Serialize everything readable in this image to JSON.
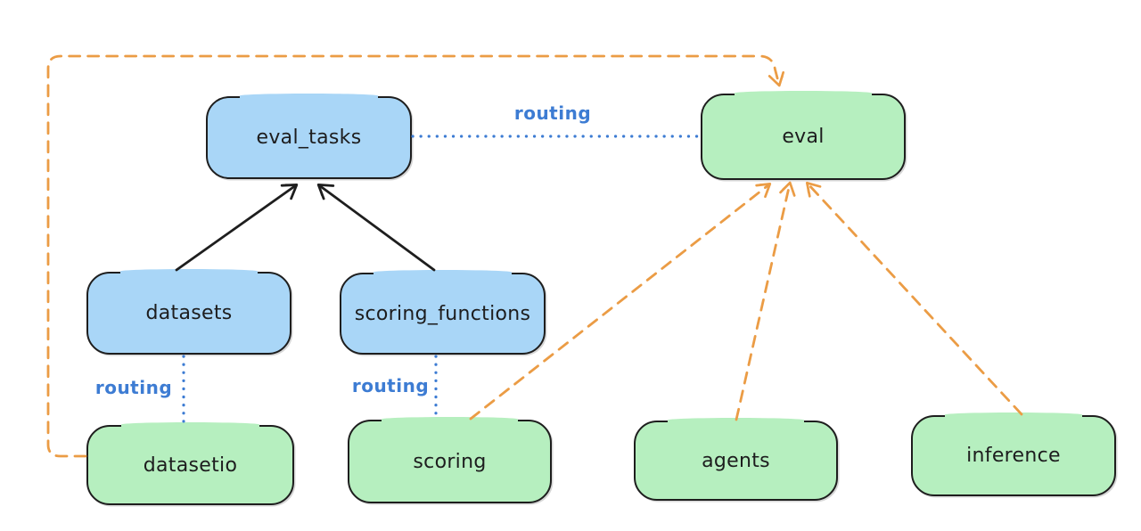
{
  "diagram": {
    "nodes": {
      "eval_tasks": {
        "label": "eval_tasks",
        "fill": "blue"
      },
      "eval": {
        "label": "eval",
        "fill": "green"
      },
      "datasets": {
        "label": "datasets",
        "fill": "blue"
      },
      "scoring_functions": {
        "label": "scoring_functions",
        "fill": "blue"
      },
      "datasetio": {
        "label": "datasetio",
        "fill": "green"
      },
      "scoring": {
        "label": "scoring",
        "fill": "green"
      },
      "agents": {
        "label": "agents",
        "fill": "green"
      },
      "inference": {
        "label": "inference",
        "fill": "green"
      }
    },
    "edge_labels": {
      "eval_tasks_to_eval": "routing",
      "datasets_to_datasetio": "routing",
      "scoring_functions_to_scoring": "routing"
    },
    "edges": [
      {
        "from": "datasets",
        "to": "eval_tasks",
        "style": "solid-black-arrow"
      },
      {
        "from": "scoring_functions",
        "to": "eval_tasks",
        "style": "solid-black-arrow"
      },
      {
        "from": "eval_tasks",
        "to": "eval",
        "style": "dotted-blue",
        "label": "routing"
      },
      {
        "from": "datasets",
        "to": "datasetio",
        "style": "dotted-blue",
        "label": "routing"
      },
      {
        "from": "scoring_functions",
        "to": "scoring",
        "style": "dotted-blue",
        "label": "routing"
      },
      {
        "from": "datasetio",
        "to": "eval",
        "style": "dashed-orange-arrow",
        "route": "around-top-left"
      },
      {
        "from": "scoring",
        "to": "eval",
        "style": "dashed-orange-arrow"
      },
      {
        "from": "agents",
        "to": "eval",
        "style": "dashed-orange-arrow"
      },
      {
        "from": "inference",
        "to": "eval",
        "style": "dashed-orange-arrow"
      }
    ],
    "colors": {
      "background": "#ffffff",
      "node_stroke": "#1e1e1e",
      "blue_node_fill": "#a9d6f7",
      "green_node_fill": "#b6efbf",
      "routing_blue": "#3d7cd3",
      "orange_dashed": "#eb9c45",
      "solid_arrow_black": "#1e1e1e"
    }
  }
}
